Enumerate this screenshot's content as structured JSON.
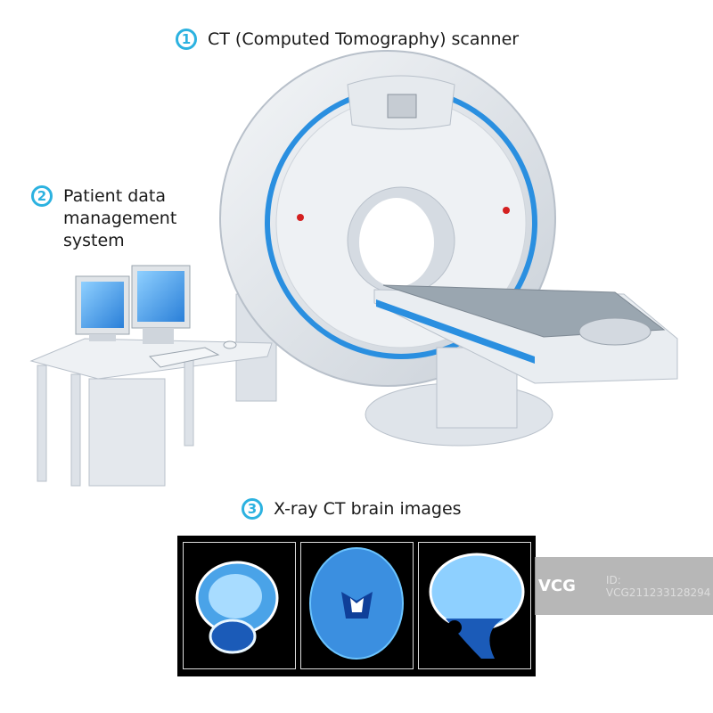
{
  "labels": [
    {
      "number": "1",
      "text": "CT (Computed Tomography) scanner"
    },
    {
      "number": "2",
      "lines": [
        "Patient data",
        "management",
        "system"
      ]
    },
    {
      "number": "3",
      "text": "X-ray CT brain images"
    }
  ],
  "brain_images": [
    "coronal-view",
    "axial-view",
    "sagittal-view"
  ],
  "watermark": {
    "logo": "VCG",
    "id": "ID: VCG211233128294"
  },
  "colors": {
    "accent": "#2cb2e0",
    "scanner_stripe": "#2a8fe0",
    "screen": "#4aa3e8"
  }
}
